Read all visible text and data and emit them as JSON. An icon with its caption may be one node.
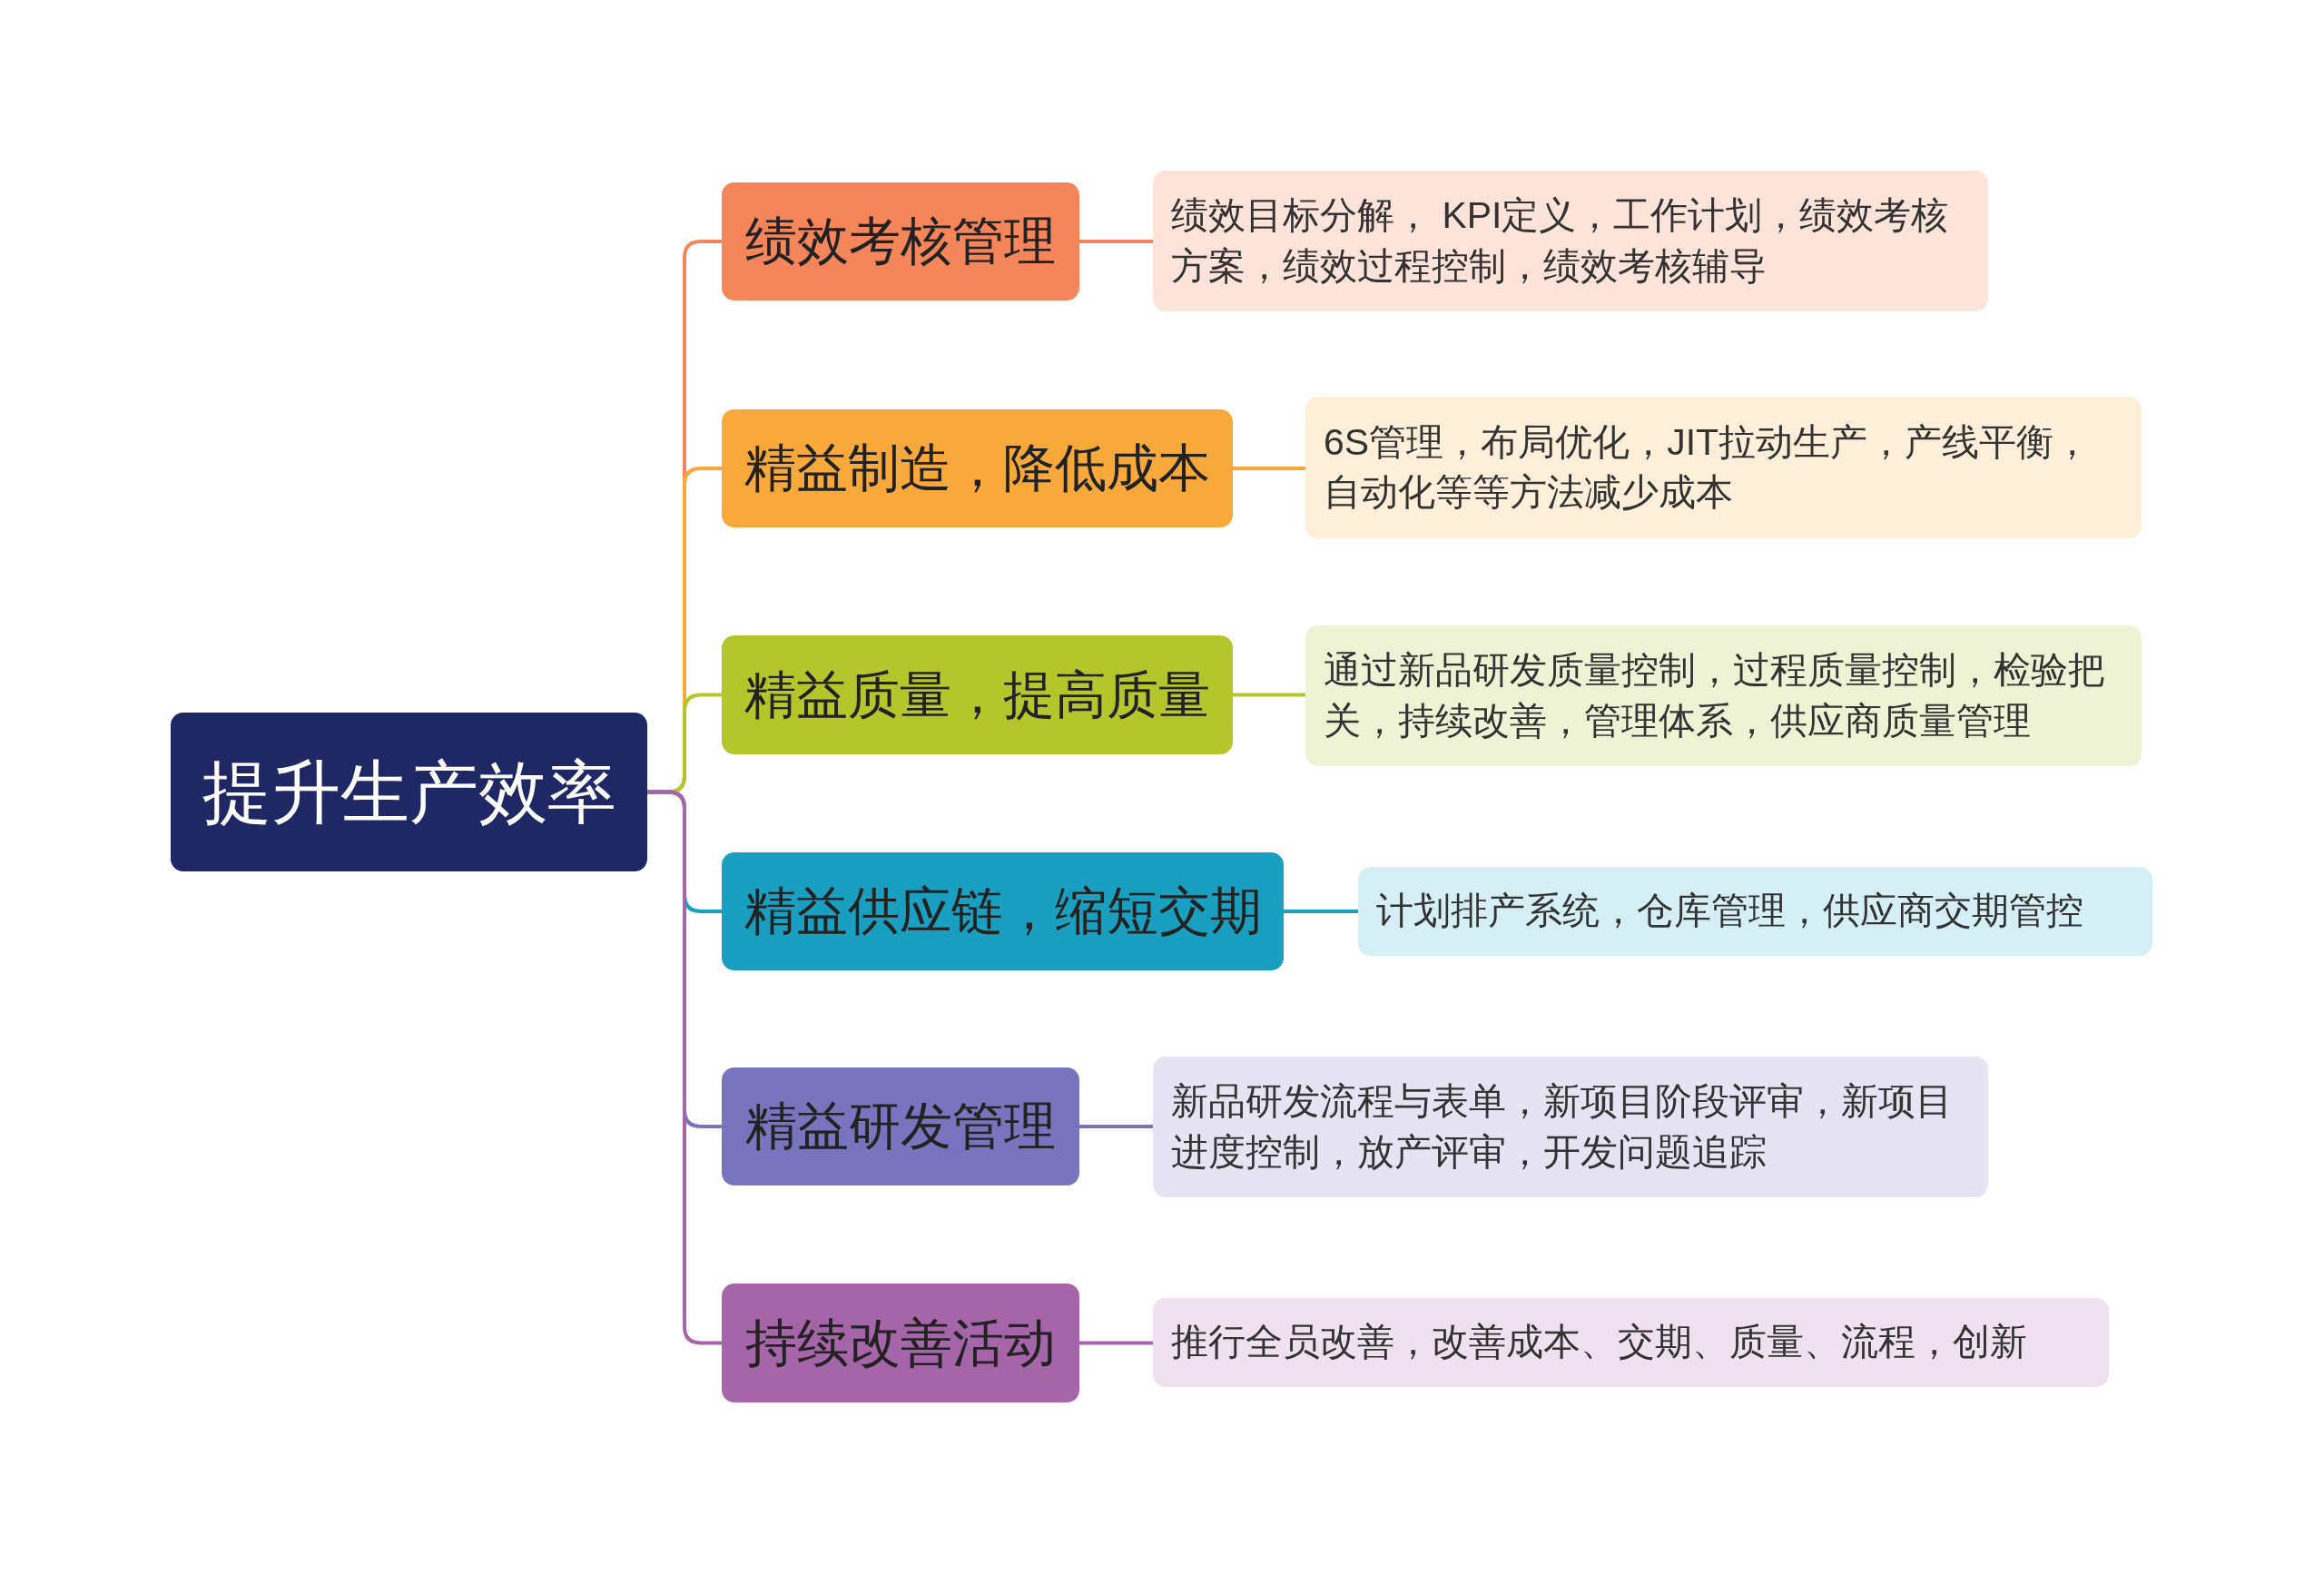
{
  "diagram": {
    "nodes": [
      {
        "text": [
          "提升生产效率"
        ]
      },
      {
        "text": [
          "绩效考核管理"
        ]
      },
      {
        "text": [
          "绩效目标分解， KPI定义，工作计划，绩效考核方案，绩效过程控制，绩效考核辅导"
        ]
      },
      {
        "text": [
          "精益制造，降低成本"
        ]
      },
      {
        "text": [
          "6S管理，布局优化，JIT拉动生产，产线平衡，自动化等等方法减少成本"
        ]
      },
      {
        "text": [
          "精益质量，提高质量"
        ]
      },
      {
        "text": [
          "通过新品研发质量控制，过程质量控制，检验把关，持续改善，管理体系，供应商质量管理"
        ]
      },
      {
        "text": [
          "精益供应链，缩短交期"
        ]
      },
      {
        "text": [
          "计划排产系统，仓库管理，供应商交期管控"
        ]
      },
      {
        "text": [
          "精益研发管理"
        ]
      },
      {
        "text": [
          "新品研发流程与表单，新项目阶段评审，新项目进度控制，放产评审，开发问题追踪"
        ]
      },
      {
        "text": [
          "持续改善活动"
        ]
      },
      {
        "text": [
          "推行全员改善，改善成本、交期、质量、流程，创新"
        ]
      }
    ],
    "edges": [
      {
        "from": 0,
        "to": 1,
        "arrow": "none",
        "color": "#f5855a"
      },
      {
        "from": 0,
        "to": 3,
        "arrow": "none",
        "color": "#f9a93b"
      },
      {
        "from": 0,
        "to": 5,
        "arrow": "none",
        "color": "#b5c62d"
      },
      {
        "from": 0,
        "to": 7,
        "arrow": "none",
        "color": "#1a9fc0"
      },
      {
        "from": 0,
        "to": 9,
        "arrow": "none",
        "color": "#7a73bd"
      },
      {
        "from": 0,
        "to": 11,
        "arrow": "none",
        "color": "#a665a8"
      },
      {
        "from": 1,
        "to": 2,
        "arrow": "none",
        "color": "#f5855a"
      },
      {
        "from": 3,
        "to": 4,
        "arrow": "none",
        "color": "#f9a93b"
      },
      {
        "from": 5,
        "to": 6,
        "arrow": "none",
        "color": "#b5c62d"
      },
      {
        "from": 7,
        "to": 8,
        "arrow": "none",
        "color": "#1a9fc0"
      },
      {
        "from": 9,
        "to": 10,
        "arrow": "none",
        "color": "#7a73bd"
      },
      {
        "from": 11,
        "to": 12,
        "arrow": "none",
        "color": "#a665a8"
      }
    ]
  }
}
